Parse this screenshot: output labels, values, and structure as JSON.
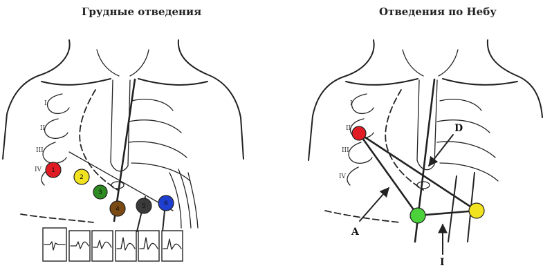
{
  "panels": {
    "left": {
      "title": "Грудные отведения",
      "rib_labels": [
        "I",
        "II",
        "III",
        "IV"
      ],
      "electrodes": [
        {
          "label": "1",
          "color": "#e01b24"
        },
        {
          "label": "2",
          "color": "#f2e320"
        },
        {
          "label": "3",
          "color": "#2e8b22"
        },
        {
          "label": "4",
          "color": "#7a4a14"
        },
        {
          "label": "5",
          "color": "#3a3a3a"
        },
        {
          "label": "6",
          "color": "#1f3fd1"
        }
      ],
      "waveform_count": 6
    },
    "right": {
      "title": "Отведения по Небу",
      "rib_labels": [
        "I",
        "II",
        "III",
        "IV"
      ],
      "electrodes": [
        {
          "name": "red",
          "color": "#e01b24"
        },
        {
          "name": "green",
          "color": "#4bd13a"
        },
        {
          "name": "yellow",
          "color": "#f2e320"
        }
      ],
      "lead_labels": {
        "d": "D",
        "a": "A",
        "i": "I"
      }
    }
  }
}
